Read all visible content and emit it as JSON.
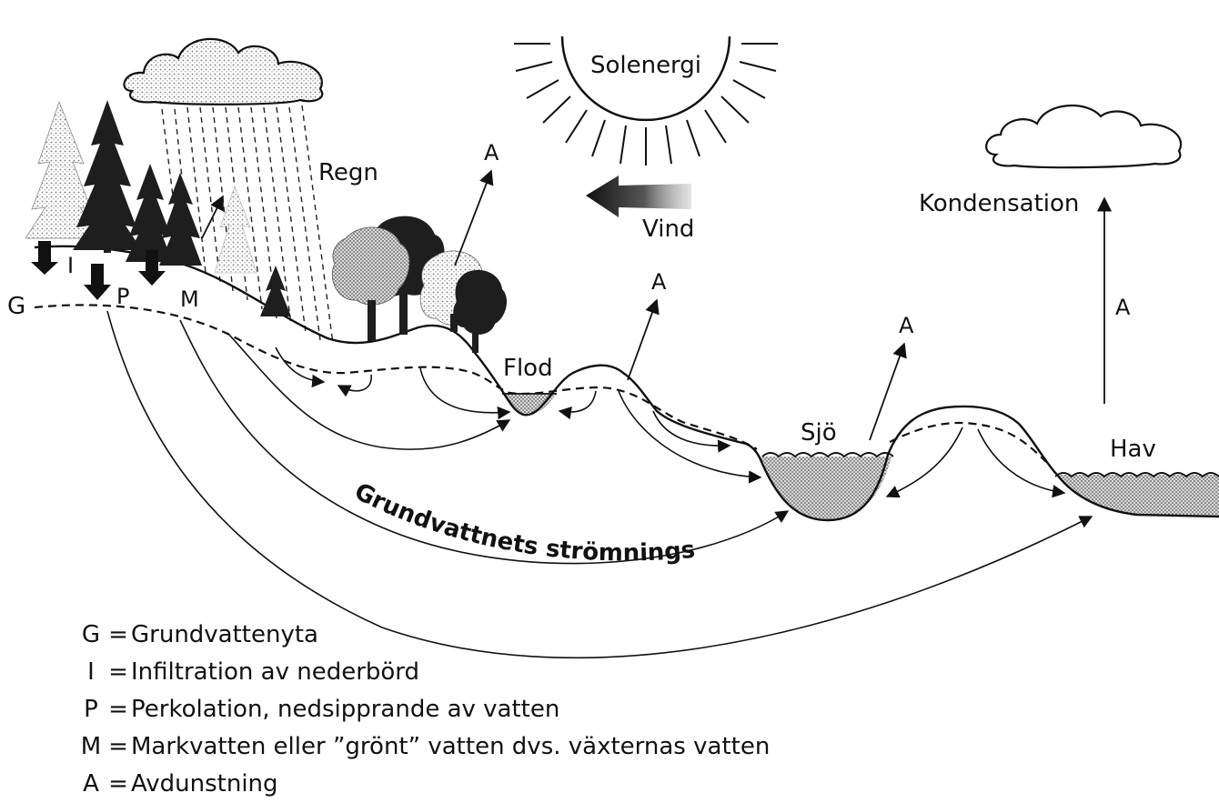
{
  "labels": {
    "sun": "Solenergi",
    "rain": "Regn",
    "wind": "Vind",
    "condensation": "Kondensation",
    "river": "Flod",
    "lake": "Sjö",
    "sea": "Hav",
    "groundwater_path": "Grundvattnets strömningsväg",
    "evap_a1": "A",
    "evap_a2": "A",
    "evap_a3": "A",
    "evap_a4": "A",
    "g": "G",
    "i": "I",
    "p": "P",
    "m": "M"
  },
  "legend": [
    {
      "key": "G",
      "eq": "=",
      "desc": "Grundvattenyta"
    },
    {
      "key": "I",
      "eq": "=",
      "desc": "Infiltration av nederbörd"
    },
    {
      "key": "P",
      "eq": "=",
      "desc": "Perkolation, nedsipprande av vatten"
    },
    {
      "key": "M",
      "eq": "=",
      "desc": "Markvatten eller ”grönt” vatten dvs. växternas vatten"
    },
    {
      "key": "A",
      "eq": "=",
      "desc": "Avdunstning"
    }
  ],
  "colors": {
    "ink": "#111111",
    "stipple": "#9a9a9a",
    "dark_tree": "#1e1e1e",
    "light_tree": "#8c8c8c",
    "water": "#dcdcdc"
  }
}
